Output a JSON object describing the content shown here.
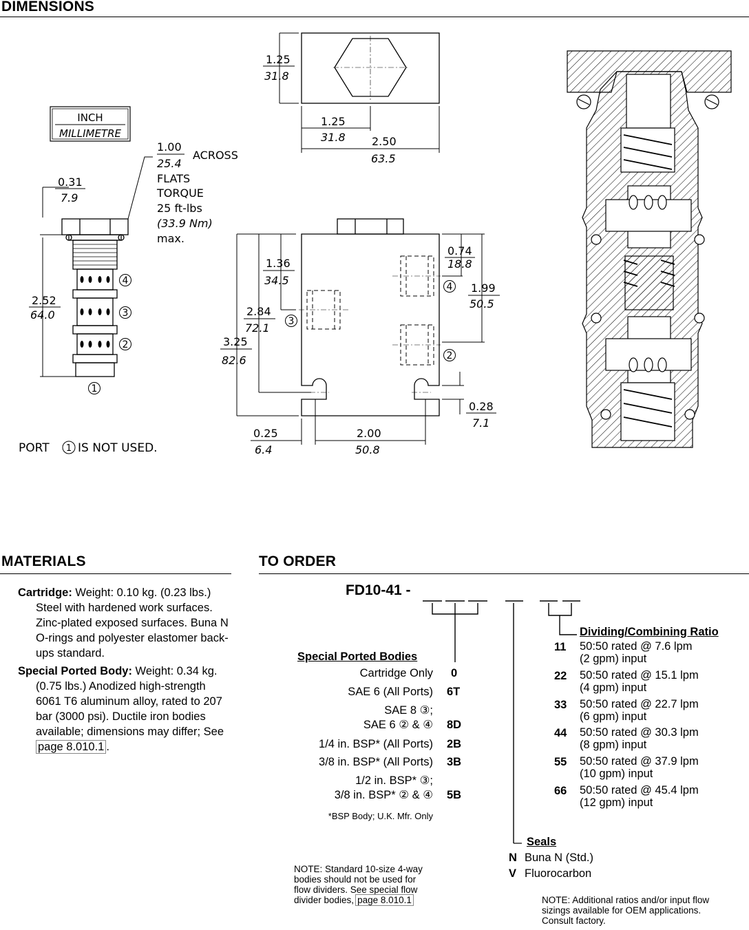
{
  "dimensions": {
    "title": "DIMENSIONS",
    "legend_inch": "INCH",
    "legend_mm": "MILLIMETRE",
    "port_note_a": "PORT",
    "port_note_b": "IS NOT USED.",
    "cartridge": {
      "across_in": "1.00",
      "across_mm": "25.4",
      "across_label": "ACROSS",
      "flats_label": "FLATS",
      "torque_label": "TORQUE",
      "torque_ftlb": "25 ft-lbs",
      "torque_nm": "(33.9 Nm)",
      "torque_max": "max.",
      "hex_in": "0.31",
      "hex_mm": "7.9",
      "len_in": "2.52",
      "len_mm": "64.0",
      "port4": "4",
      "port3": "3",
      "port2": "2",
      "port1": "1"
    },
    "body_top": {
      "h_in": "1.25",
      "h_mm": "31.8",
      "c_in": "1.25",
      "c_mm": "31.8",
      "w_in": "2.50",
      "w_mm": "63.5"
    },
    "body_front": {
      "d136_in": "1.36",
      "d136_mm": "34.5",
      "d284_in": "2.84",
      "d284_mm": "72.1",
      "d325_in": "3.25",
      "d325_mm": "82.6",
      "d074_in": "0.74",
      "d074_mm": "18.8",
      "d199_in": "1.99",
      "d199_mm": "50.5",
      "d028_in": "0.28",
      "d028_mm": "7.1",
      "d025_in": "0.25",
      "d025_mm": "6.4",
      "d200_in": "2.00",
      "d200_mm": "50.8",
      "port4": "4",
      "port3": "3",
      "port2": "2"
    }
  },
  "materials": {
    "title": "MATERIALS",
    "cartridge_label": "Cartridge:",
    "cartridge_text": " Weight: 0.10 kg. (0.23 lbs.) Steel with hardened work surfaces. Zinc-plated exposed surfaces. Buna N O-rings and polyester elastomer back-ups standard.",
    "body_label": "Special Ported Body:",
    "body_text": " Weight: 0.34 kg. (0.75 lbs.) Anodized high-strength 6061 T6 aluminum alloy, rated to 207 bar (3000 psi). Ductile iron bodies available; dimensions may differ; See ",
    "body_link": "page 8.010.1",
    "body_end": "."
  },
  "order": {
    "title": "TO ORDER",
    "model": "FD10-41 -",
    "bodies_title": "Special Ported Bodies",
    "bodies": [
      {
        "label": "Cartridge Only",
        "code": "0"
      },
      {
        "label": "SAE 6 (All Ports)",
        "code": "6T"
      },
      {
        "label": "SAE 8 ③;",
        "label2": "SAE 6 ② & ④",
        "code": "8D"
      },
      {
        "label": "1/4 in. BSP*  (All Ports)",
        "code": "2B"
      },
      {
        "label": "3/8 in. BSP* (All Ports)",
        "code": "3B"
      },
      {
        "label": "1/2 in. BSP* ③;",
        "label2": "3/8 in. BSP* ② & ④",
        "code": "5B"
      }
    ],
    "bsp_note": "*BSP Body; U.K. Mfr. Only",
    "ratio_title": "Dividing/Combining Ratio",
    "ratios": [
      {
        "code": "11",
        "line1": "50:50 rated @ 7.6 lpm",
        "line2": "(2 gpm) input"
      },
      {
        "code": "22",
        "line1": "50:50 rated @ 15.1 lpm",
        "line2": "(4 gpm) input"
      },
      {
        "code": "33",
        "line1": "50:50 rated @ 22.7 lpm",
        "line2": "(6 gpm) input"
      },
      {
        "code": "44",
        "line1": "50:50 rated @ 30.3 lpm",
        "line2": "(8 gpm) input"
      },
      {
        "code": "55",
        "line1": "50:50 rated @ 37.9 lpm",
        "line2": "(10 gpm) input"
      },
      {
        "code": "66",
        "line1": "50:50 rated @ 45.4 lpm",
        "line2": "(12 gpm) input"
      }
    ],
    "seals_title": "Seals",
    "seals": [
      {
        "code": "N",
        "label": "Buna N (Std.)"
      },
      {
        "code": "V",
        "label": "Fluorocarbon"
      }
    ],
    "note_bodies_1": "NOTE: Standard 10-size 4-way",
    "note_bodies_2": "bodies should not be used for",
    "note_bodies_3": "flow dividers. See special flow",
    "note_bodies_4": "divider bodies,",
    "note_bodies_link": "page 8.010.1",
    "note_ratios_1": "NOTE: Additional ratios and/or input flow",
    "note_ratios_2": "sizings available for OEM applications.",
    "note_ratios_3": "Consult factory."
  }
}
